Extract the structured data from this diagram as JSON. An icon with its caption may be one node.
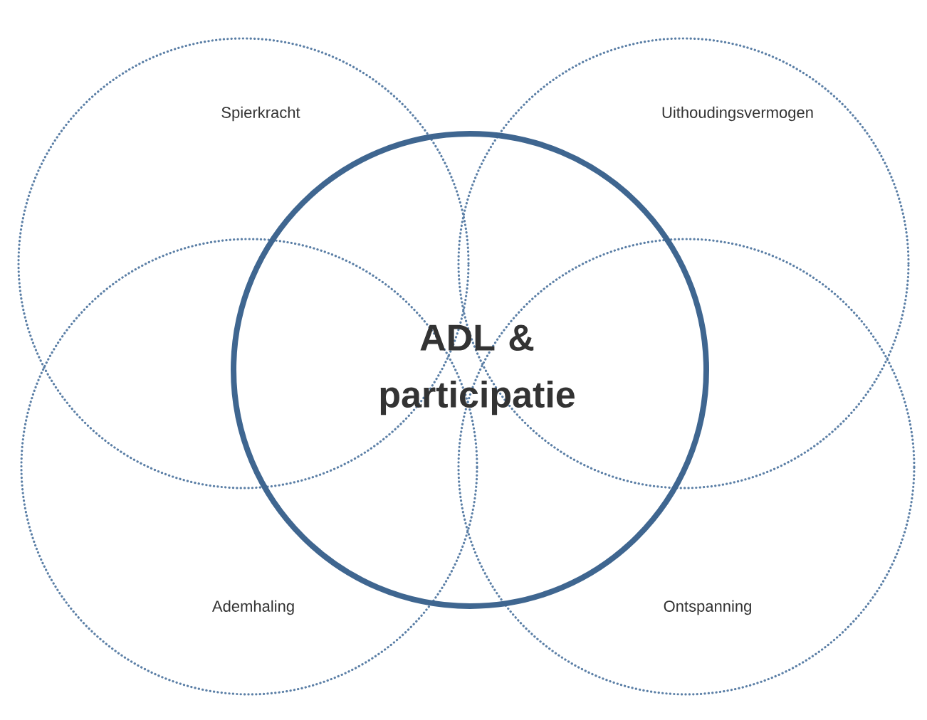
{
  "diagram": {
    "nodes": [
      {
        "text": [
          "Spierkracht"
        ]
      },
      {
        "text": [
          "Uithoudingsvermogen"
        ]
      },
      {
        "text": [
          "ADL & participatie"
        ]
      },
      {
        "text": [
          "Ademhaling"
        ]
      },
      {
        "text": [
          "Ontspanning"
        ]
      }
    ]
  }
}
